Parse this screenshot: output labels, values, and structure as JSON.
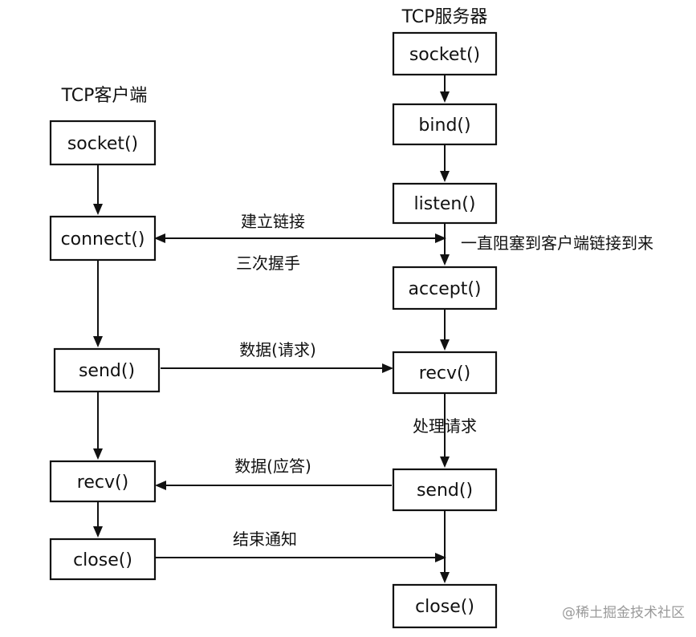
{
  "client": {
    "title": "TCP客户端",
    "steps": {
      "socket": "socket()",
      "connect": "connect()",
      "send": "send()",
      "recv": "recv()",
      "close": "close()"
    }
  },
  "server": {
    "title": "TCP服务器",
    "steps": {
      "socket": "socket()",
      "bind": "bind()",
      "listen": "listen()",
      "accept": "accept()",
      "recv": "recv()",
      "send": "send()",
      "close": "close()"
    }
  },
  "messages": {
    "connect_top": "建立链接",
    "connect_bottom": "三次握手",
    "accept_note": "一直阻塞到客户端链接到来",
    "request": "数据(请求)",
    "process": "处理请求",
    "response": "数据(应答)",
    "close_notice": "结束通知"
  },
  "watermark": "@稀土掘金技术社区",
  "colors": {
    "line": "#111111",
    "watermark": "#9a9a9a"
  }
}
